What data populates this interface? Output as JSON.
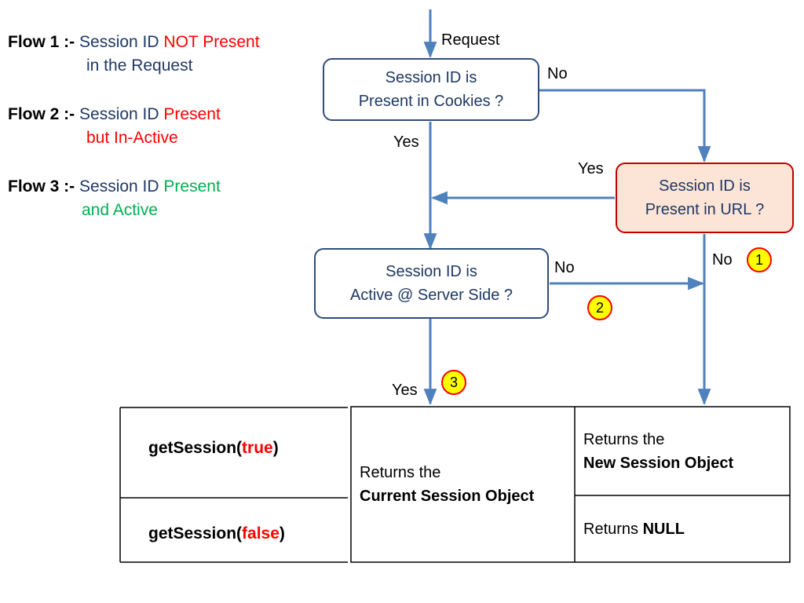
{
  "legend": {
    "flow1": {
      "label": "Flow 1 :-",
      "part1": "Session ID ",
      "part2": "NOT Present",
      "line2": "in the Request"
    },
    "flow2": {
      "label": "Flow 2 :-",
      "part1": "Session ID ",
      "part2": "Present",
      "line2": "but In-Active"
    },
    "flow3": {
      "label": "Flow 3 :-",
      "part1": "Session ID ",
      "part2": "Present",
      "line2": "and Active"
    }
  },
  "diagram": {
    "request_label": "Request",
    "cookies_box": {
      "line1": "Session ID is",
      "line2": "Present in Cookies ?"
    },
    "url_box": {
      "line1": "Session ID is",
      "line2": "Present in URL ?"
    },
    "active_box": {
      "line1": "Session ID is",
      "line2": "Active @ Server Side ?"
    },
    "labels": {
      "cookies_no": "No",
      "cookies_yes": "Yes",
      "url_yes": "Yes",
      "url_no": "No",
      "active_no": "No",
      "active_yes": "Yes"
    },
    "badges": {
      "one": "1",
      "two": "2",
      "three": "3"
    }
  },
  "table": {
    "row1_method_prefix": "getSession(",
    "row1_method_arg": "true",
    "row1_method_suffix": ")",
    "row2_method_prefix": "getSession(",
    "row2_method_arg": "false",
    "row2_method_suffix": ")",
    "current_line1": "Returns the",
    "current_line2": "Current Session Object",
    "new_line1": "Returns the",
    "new_line2": "New Session Object",
    "null_prefix": "Returns ",
    "null_value": "NULL"
  },
  "colors": {
    "line": "#4f81bd",
    "box_border": "#2e4d7a",
    "url_fill": "#fce4d6",
    "url_border": "#c00000",
    "badge_fill": "#ffff00",
    "badge_border": "#ff0000",
    "navy_text": "#1f3864",
    "red_text": "#ff0000",
    "green_text": "#00b050"
  }
}
